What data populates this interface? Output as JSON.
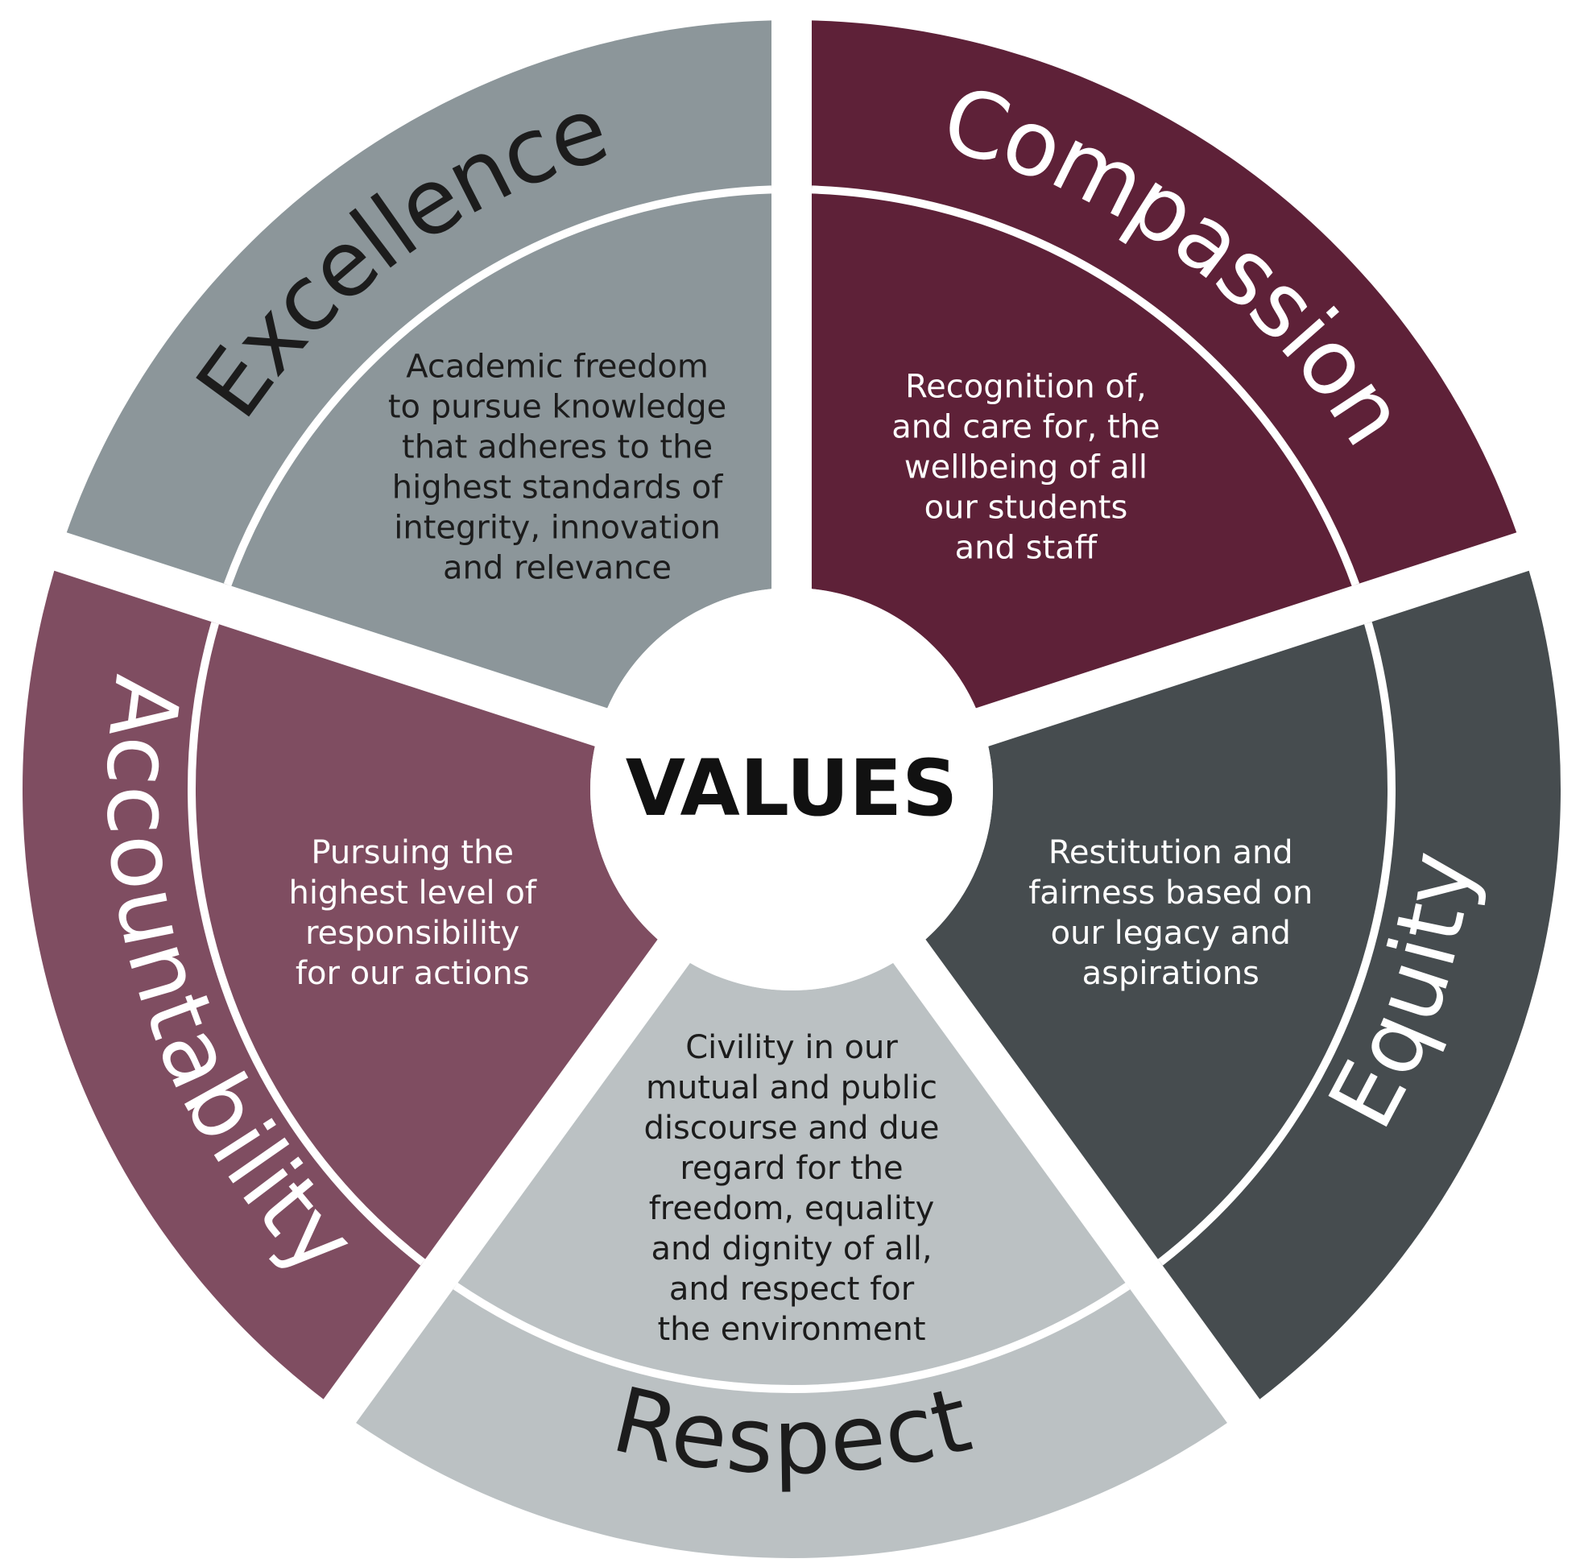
{
  "center": {
    "label": "VALUES"
  },
  "colors": {
    "background": "#ffffff",
    "center_text": "#111111"
  },
  "segments": [
    {
      "id": "compassion",
      "title": "Compassion",
      "description": [
        "Recognition of,",
        "and care for, the",
        "wellbeing of all",
        "our students",
        "and staff"
      ],
      "color": "#5e2138",
      "text_color": "#ffffff"
    },
    {
      "id": "equity",
      "title": "Equity",
      "description": [
        "Restitution and",
        "fairness based on",
        "our legacy and",
        "aspirations"
      ],
      "color": "#464c4f",
      "text_color": "#ffffff"
    },
    {
      "id": "respect",
      "title": "Respect",
      "description": [
        "Civility in our",
        "mutual and public",
        "discourse and due",
        "regard for the",
        "freedom, equality",
        "and dignity of all,",
        "and respect for",
        "the environment"
      ],
      "color": "#bbc1c3",
      "text_color": "#1c1c1c"
    },
    {
      "id": "accountability",
      "title": "Accountability",
      "description": [
        "Pursuing the",
        "highest level of",
        "responsibility",
        "for our actions"
      ],
      "color": "#7f4d61",
      "text_color": "#ffffff"
    },
    {
      "id": "excellence",
      "title": "Excellence",
      "description": [
        "Academic freedom",
        "to pursue knowledge",
        "that adheres to the",
        "highest standards of",
        "integrity, innovation",
        "and relevance"
      ],
      "color": "#8c969a",
      "text_color": "#1c1c1c"
    }
  ]
}
